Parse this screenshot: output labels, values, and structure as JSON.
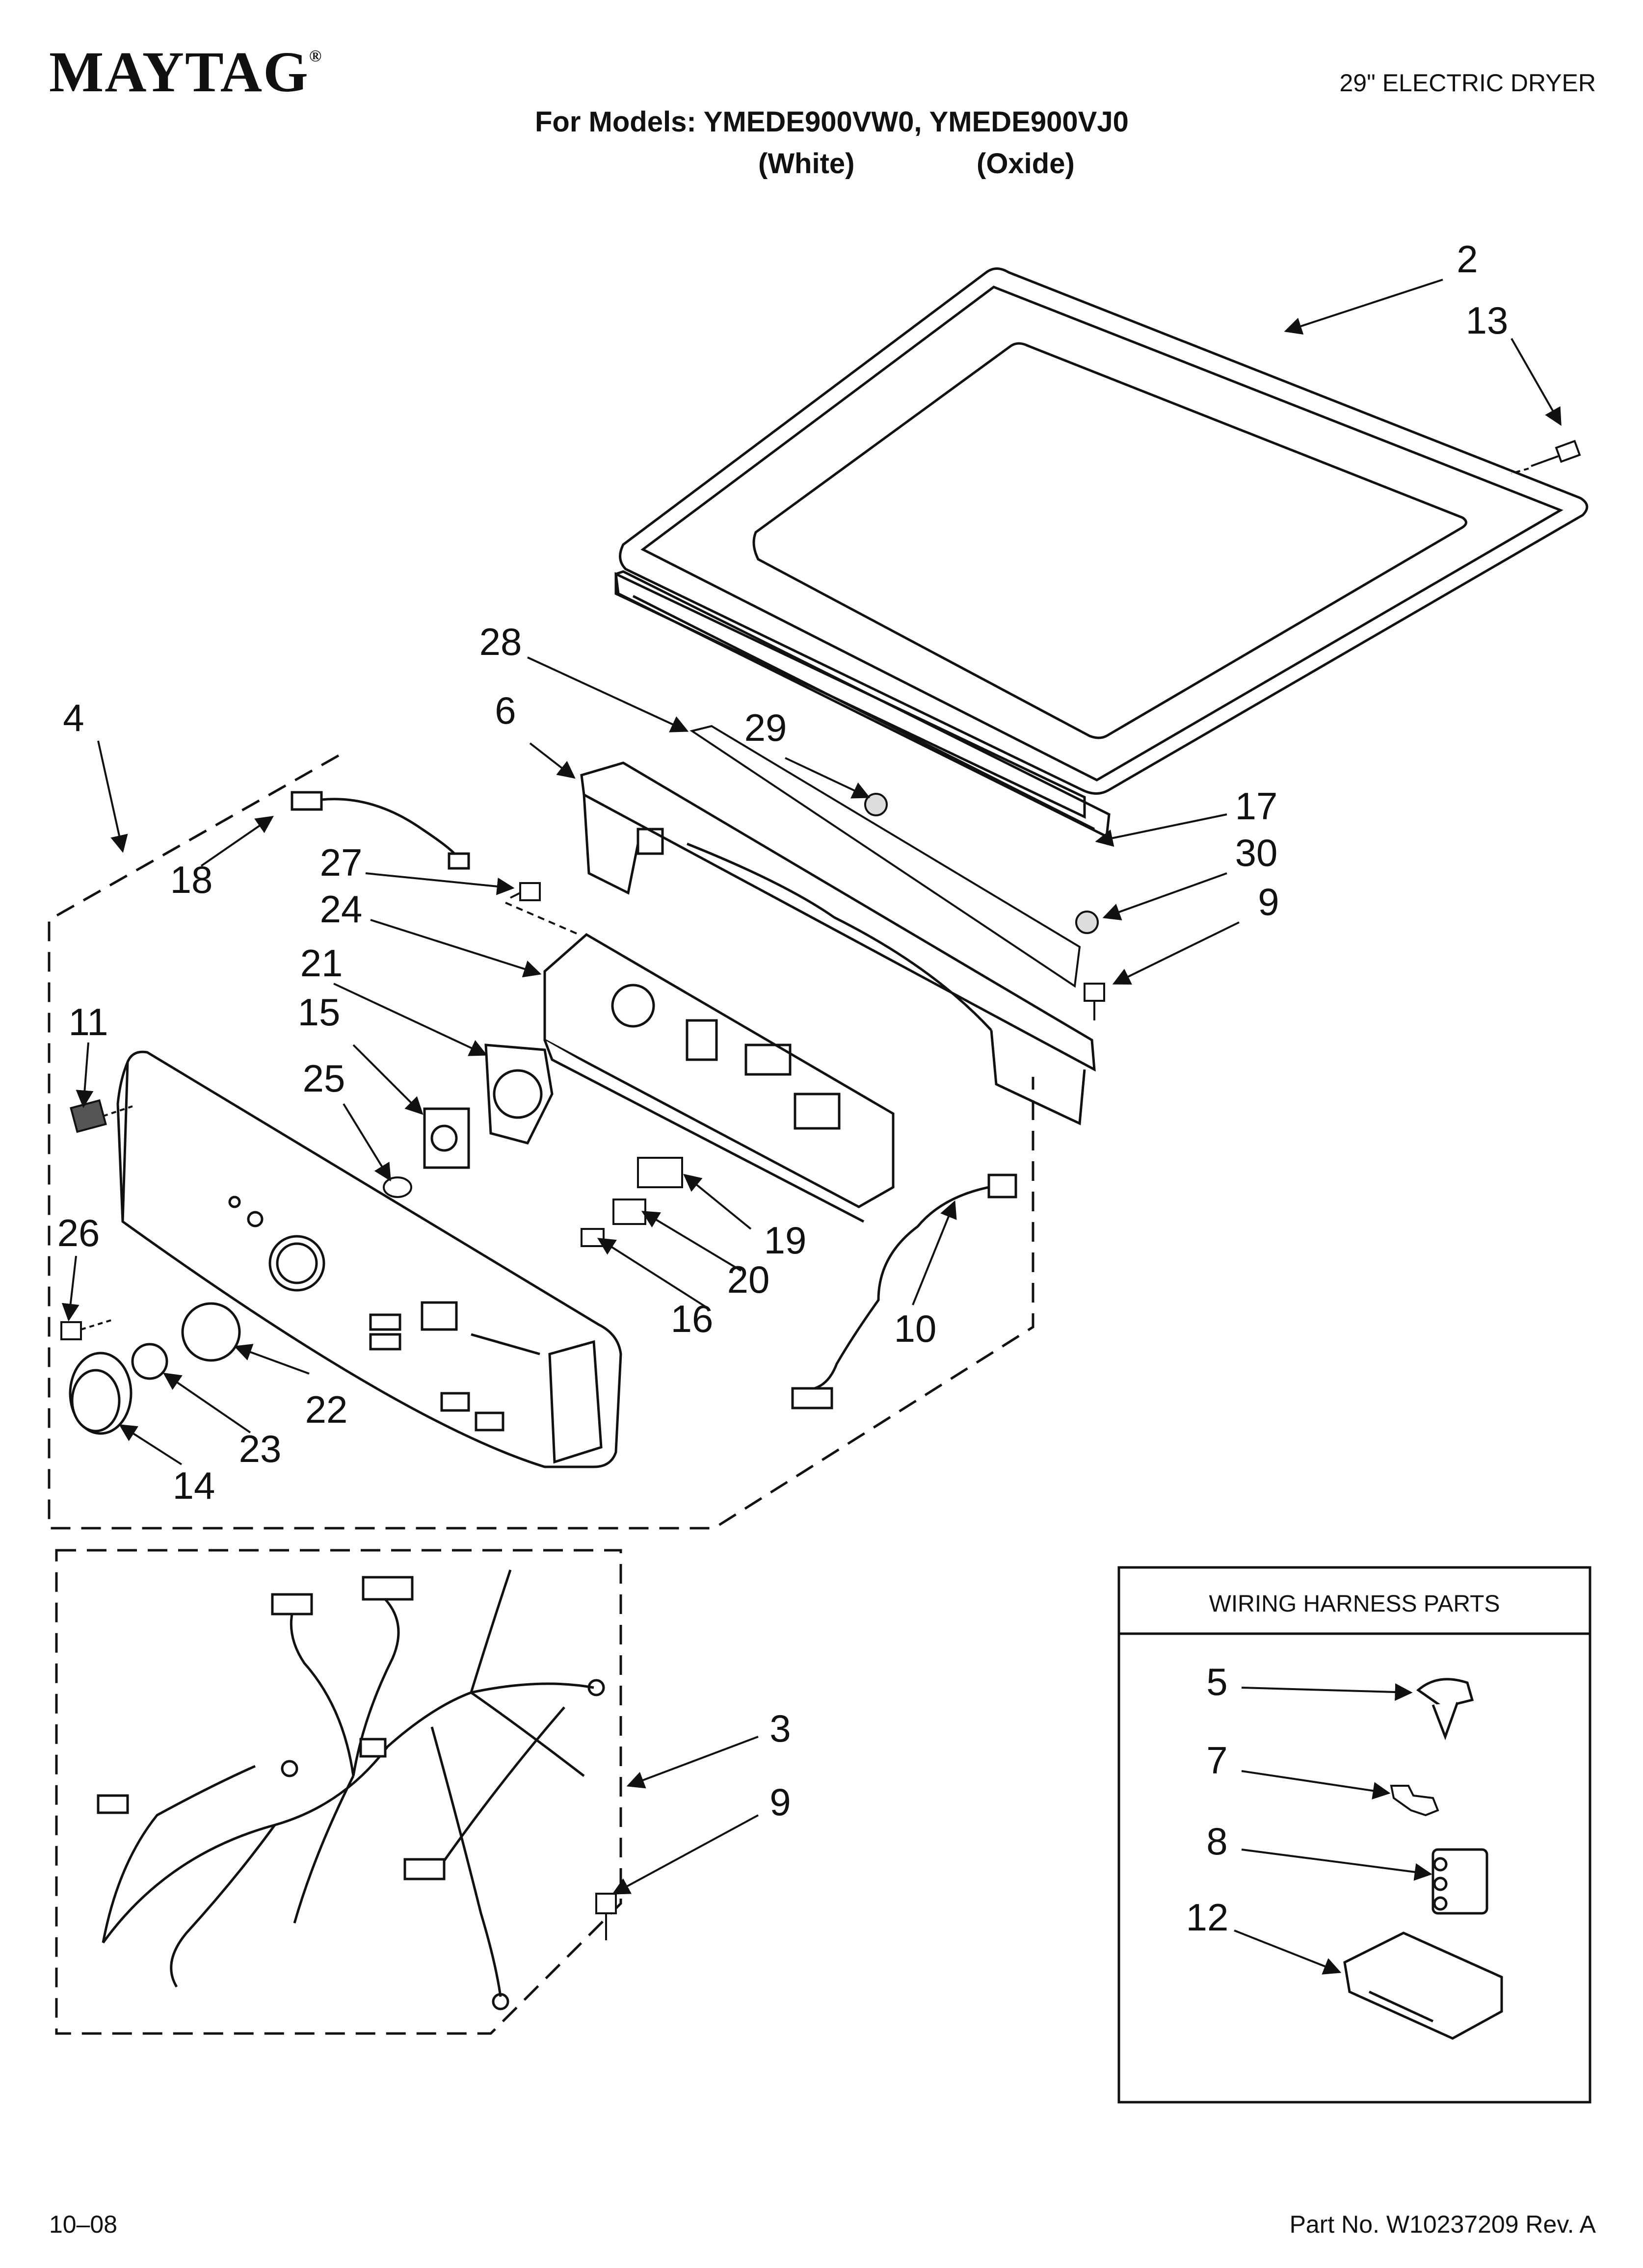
{
  "header": {
    "brand": "MAYTAG",
    "brand_mark": "®",
    "product": "29\" ELECTRIC DRYER",
    "models_line": "For Models: YMEDE900VW0, YMEDE900VJ0",
    "variant_1": "(White)",
    "variant_2": "(Oxide)"
  },
  "callouts": {
    "c2": "2",
    "c13": "13",
    "c28": "28",
    "c6": "6",
    "c29": "29",
    "c4": "4",
    "c17": "17",
    "c30": "30",
    "c9a": "9",
    "c18": "18",
    "c27": "27",
    "c24": "24",
    "c21": "21",
    "c15": "15",
    "c11": "11",
    "c25": "25",
    "c19": "19",
    "c20": "20",
    "c16": "16",
    "c26": "26",
    "c10": "10",
    "c22": "22",
    "c23": "23",
    "c14": "14",
    "c3": "3",
    "c9b": "9",
    "c5": "5",
    "c7": "7",
    "c8": "8",
    "c12": "12"
  },
  "harness_box": {
    "title": "WIRING HARNESS PARTS"
  },
  "footer": {
    "date_code": "10–08",
    "part_number": "Part No. W10237209 Rev. A"
  }
}
